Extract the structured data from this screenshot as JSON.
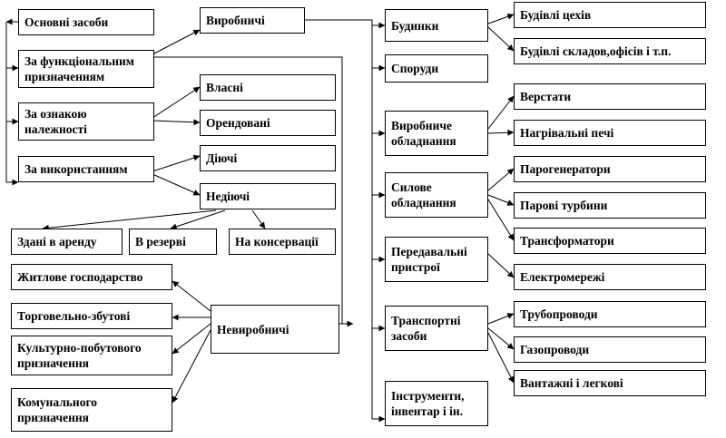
{
  "nodes": {
    "root": "Основні засоби",
    "func": "За функціональним призначенням",
    "own": "За ознакою належності",
    "use": "За використанням",
    "prod": "Виробничі",
    "owned": "Власні",
    "leased": "Орендовані",
    "active": "Діючі",
    "inactive": "Недіючі",
    "rented": "Здані в аренду",
    "reserve": "В резерві",
    "conservation": "На консервації",
    "housing": "Житлове господарство",
    "trade": "Торговельно-збутові",
    "cultural": "Культурно-побутового призначення",
    "communal": "Комунального призначення",
    "nonprod": "Невиробничі",
    "buildings": "Будинки",
    "structures": "Споруди",
    "equipment": "Виробниче обладнання",
    "power": "Силове обладнання",
    "transmission": "Передавальні пристрої",
    "transport": "Транспортні засоби",
    "tools": "Інструменти, інвентар і ін.",
    "workshops": "Будівлі цехів",
    "warehouses": "Будівлі складов,офісів і т.п.",
    "machines": "Верстати",
    "furnaces": "Нагрівальні печі",
    "steamgen": "Парогенератори",
    "turbines": "Парові турбини",
    "transformers": "Трансформатори",
    "grids": "Електромережі",
    "pipelines": "Трубопроводи",
    "gaslines": "Газопроводи",
    "vehicles": "Вантажні і легкові"
  }
}
